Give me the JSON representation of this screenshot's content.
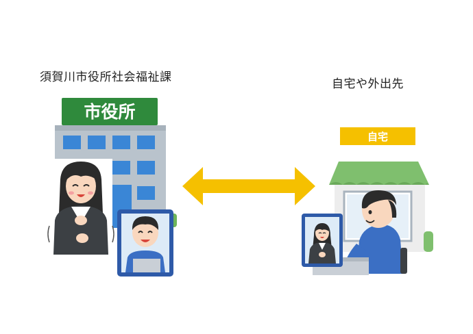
{
  "left_caption": "須賀川市役所社会福祉課",
  "right_caption": "自宅や外出先",
  "city_hall_sign": "市役所",
  "home_sign": "自宅",
  "colors": {
    "arrow": "#F5C000",
    "city_hall_sign": "#2F8A3C",
    "building": "#B9C3CC",
    "window": "#3A86D6",
    "home_sign": "#F5C000",
    "roof": "#7FBF6E",
    "tablet": "#2E5AA8",
    "shirt": "#3B6FC4",
    "suit": "#3C4044"
  },
  "icons": [
    "city-hall-building",
    "staff-woman",
    "tablet-with-man",
    "house",
    "man-at-computer",
    "tablet-with-woman",
    "double-arrow"
  ]
}
